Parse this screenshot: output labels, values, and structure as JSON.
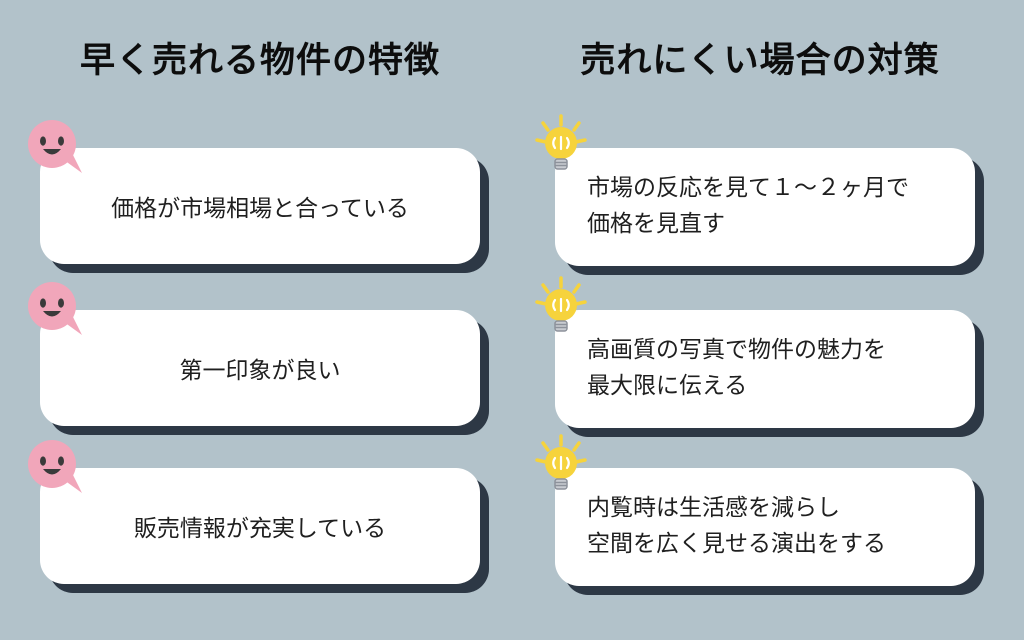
{
  "colors": {
    "background": "#b2c2ca",
    "card_background": "#ffffff",
    "card_shadow": "#2d3845",
    "title_text": "#0d0d0d",
    "card_text": "#1f1f1f",
    "smiley_pink": "#f1a6ba",
    "smiley_features": "#3a3a3a",
    "bulb_yellow": "#f6d33c",
    "bulb_base_gray": "#c9ccd2"
  },
  "left_column": {
    "title": "早く売れる物件の特徴",
    "icon": "smiley-speech-bubble-icon",
    "cards": [
      {
        "text": "価格が市場相場と合っている"
      },
      {
        "text": "第一印象が良い"
      },
      {
        "text": "販売情報が充実している"
      }
    ]
  },
  "right_column": {
    "title": "売れにくい場合の対策",
    "icon": "lightbulb-icon",
    "cards": [
      {
        "line1": "市場の反応を見て１〜２ヶ月で",
        "line2": "価格を見直す"
      },
      {
        "line1": "高画質の写真で物件の魅力を",
        "line2": "最大限に伝える"
      },
      {
        "line1": "内覧時は生活感を減らし",
        "line2": "空間を広く見せる演出をする"
      }
    ]
  }
}
